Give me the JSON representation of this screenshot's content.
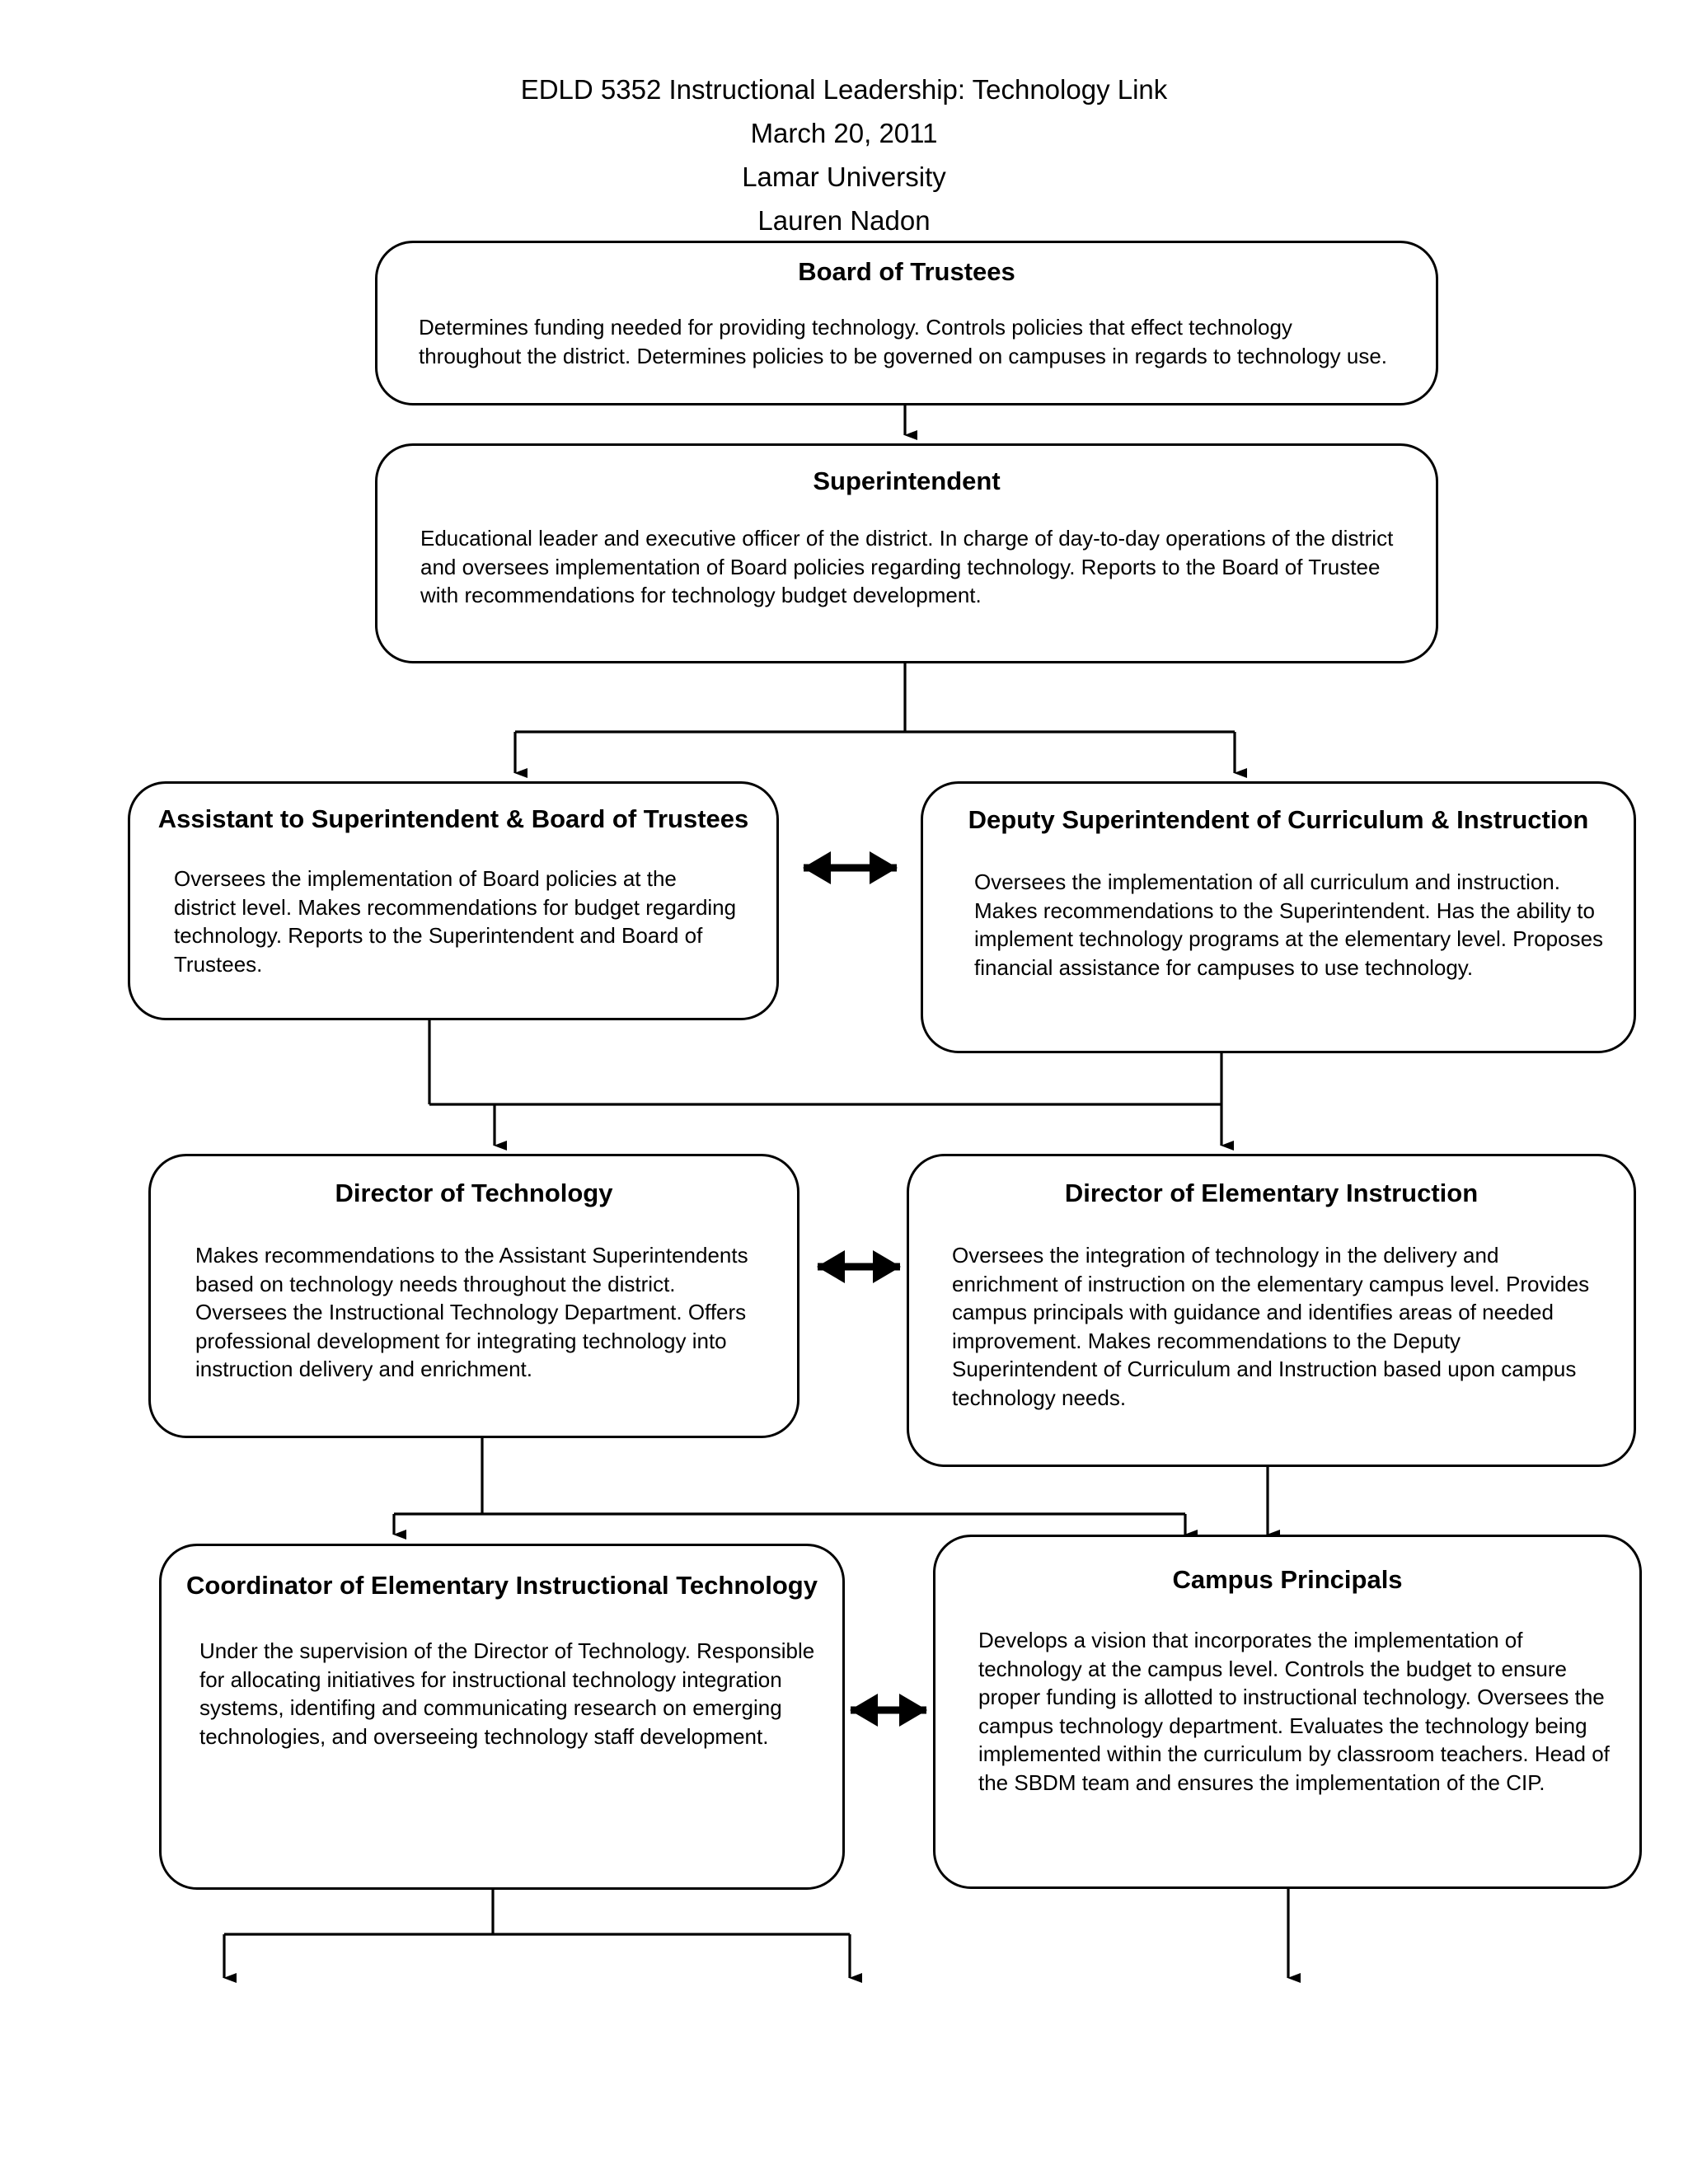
{
  "header": {
    "lines": [
      "EDLD 5352 Instructional Leadership: Technology Link",
      "March 20, 2011",
      "Lamar University",
      "Lauren Nadon"
    ]
  },
  "chart_data": {
    "type": "diagram",
    "diagram_type": "organizational-hierarchy-flowchart",
    "title": "EDLD 5352 Instructional Leadership: Technology Link",
    "nodes": [
      {
        "id": "board",
        "title": "Board of Trustees",
        "body": "Determines funding needed for providing technology. Controls policies that effect technology throughout the district. Determines policies to be governed on campuses in regards to technology use.",
        "level": 1,
        "text_clipped": true
      },
      {
        "id": "superintendent",
        "title": "Superintendent",
        "body": "Educational leader and executive officer of the district. In charge of day-to-day operations of the district and oversees implementation of Board policies regarding technology. Reports to the Board of Trustee with recommendations for technology budget development.",
        "level": 2,
        "text_clipped": false
      },
      {
        "id": "assistant",
        "title": "Assistant to Superintendent & Board of Trustees",
        "body": "Oversees the implementation of Board policies at the district level. Makes recommendations for budget regarding technology. Reports to the Superintendent and Board of Trustees.",
        "level": 3,
        "text_clipped": false
      },
      {
        "id": "deputy",
        "title": "Deputy Superintendent of Curriculum & Instruction",
        "body": "Oversees the implementation of all curriculum and instruction. Makes recommendations to the Superintendent. Has the ability to implement technology programs at the elementary level. Proposes financial assistance for campuses to use technology.",
        "level": 3,
        "text_clipped": false
      },
      {
        "id": "director-technology",
        "title": "Director of Technology",
        "body": "Makes recommendations to the Assistant Superintendents based on technology needs throughout the district. Oversees the Instructional Technology Department. Offers professional development for integrating technology into instruction delivery and enrichment.",
        "level": 4,
        "text_clipped": false
      },
      {
        "id": "director-elementary-instruction",
        "title": "Director of Elementary Instruction",
        "body": "Oversees the integration of technology in the delivery and enrichment of instruction on the elementary campus level. Provides campus principals with guidance and identifies areas of needed improvement. Makes recommendations to the Deputy Superintendent of Curriculum and Instruction based upon campus technology needs.",
        "level": 4,
        "text_clipped": false
      },
      {
        "id": "coordinator",
        "title": "Coordinator of Elementary Instructional Technology",
        "body": "Under the supervision of the Director of Technology. Responsible for allocating initiatives for instructional technology integration systems, identifing and communicating research on emerging technologies, and overseeing technology staff development.",
        "level": 5,
        "text_clipped": false
      },
      {
        "id": "campus-principals",
        "title": "Campus Principals",
        "body": "Develops a vision that incorporates the implementation of technology at the campus level.  Controls the budget to ensure proper funding is allotted to instructional technology. Oversees the campus technology department. Evaluates the technology being implemented within the curriculum by classroom teachers. Head of the SBDM team and ensures the implementation of the CIP.",
        "level": 5,
        "text_clipped": true
      }
    ],
    "edges": [
      {
        "from": "board",
        "to": "superintendent",
        "style": "arrow-down"
      },
      {
        "from": "superintendent",
        "to": "assistant",
        "style": "arrow-down-branch"
      },
      {
        "from": "superintendent",
        "to": "deputy",
        "style": "arrow-down-branch"
      },
      {
        "from": "assistant",
        "to": "deputy",
        "style": "double-arrow-horizontal"
      },
      {
        "from": "assistant",
        "to": "director-technology",
        "style": "arrow-down-branch"
      },
      {
        "from": "deputy",
        "to": "director-elementary-instruction",
        "style": "arrow-down-branch"
      },
      {
        "from": "director-technology",
        "to": "director-elementary-instruction",
        "style": "double-arrow-horizontal"
      },
      {
        "from": "director-technology",
        "to": "coordinator",
        "style": "arrow-down-branch"
      },
      {
        "from": "director-technology",
        "to": "campus-principals",
        "style": "arrow-down-branch"
      },
      {
        "from": "director-elementary-instruction",
        "to": "campus-principals",
        "style": "arrow-down"
      },
      {
        "from": "coordinator",
        "to": "campus-principals",
        "style": "double-arrow-horizontal"
      },
      {
        "from": "coordinator",
        "to": "(unlabeled)",
        "style": "arrow-down-branch-dangling"
      },
      {
        "from": "coordinator",
        "to": "(unlabeled)",
        "style": "arrow-down-branch-dangling"
      },
      {
        "from": "campus-principals",
        "to": "(unlabeled)",
        "style": "arrow-down-dangling"
      }
    ],
    "colors": {
      "background": "#ffffff",
      "stroke": "#000000",
      "text": "#000000"
    }
  }
}
